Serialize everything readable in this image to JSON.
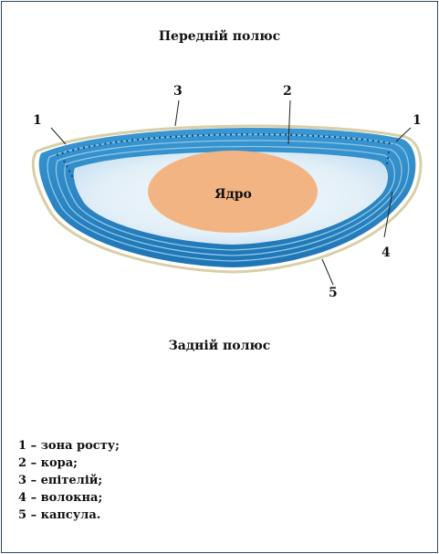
{
  "labels": {
    "anterior_pole": "Передній полюс",
    "posterior_pole": "Задній полюс",
    "nucleus": "Ядро"
  },
  "markers": {
    "m1_left": "1",
    "m1_right": "1",
    "m2": "2",
    "m3": "3",
    "m4": "4",
    "m5": "5"
  },
  "legend": [
    "1 – зона росту;",
    "2 – кора;",
    "3 – епітелій;",
    "4 – волокна;",
    "5 – капсула."
  ],
  "colors": {
    "outer_blue": "#2a86c4",
    "fiber_blue": "#7fc0e6",
    "cortex": "#e6f1f9",
    "nucleus": "#f2b483",
    "capsule": "#d8cfa8"
  }
}
